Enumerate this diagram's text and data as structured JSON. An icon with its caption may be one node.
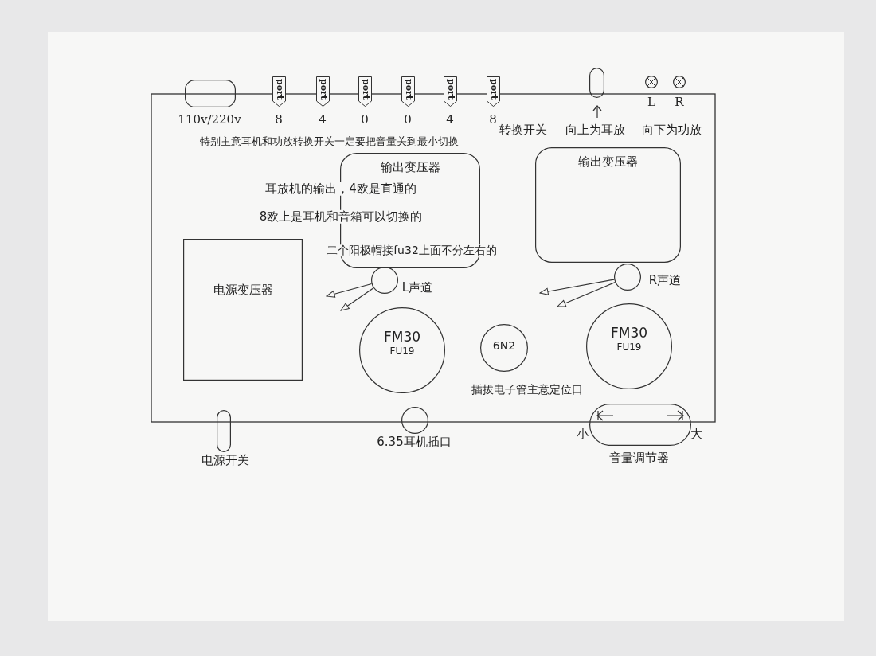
{
  "diagram": {
    "nodes": [
      {
        "text": [],
        "shape": "box",
        "beside": [
          "110v/220v"
        ]
      },
      {
        "text": [
          "port"
        ],
        "beside": [
          "8"
        ]
      },
      {
        "text": [
          "port"
        ],
        "beside": [
          "4"
        ]
      },
      {
        "text": [
          "port"
        ],
        "beside": [
          "0"
        ]
      },
      {
        "text": [
          "port"
        ],
        "beside": [
          "0"
        ]
      },
      {
        "text": [
          "port"
        ],
        "beside": [
          "4"
        ]
      },
      {
        "text": [
          "port"
        ],
        "beside": [
          "8"
        ]
      },
      {
        "text": [],
        "shape": "box"
      },
      {
        "text": [],
        "shape": "circle",
        "beside": [
          "L"
        ]
      },
      {
        "text": [],
        "shape": "circle",
        "beside": [
          "R"
        ]
      },
      {
        "text": [
          "输出变压器"
        ]
      },
      {
        "text": [
          "输出变压器"
        ]
      },
      {
        "text": [
          "电源变压器"
        ]
      },
      {
        "text": [],
        "shape": "circle",
        "beside": [
          "L声道"
        ]
      },
      {
        "text": [],
        "shape": "circle",
        "beside": [
          "R声道"
        ]
      },
      {
        "text": [
          "FM30",
          "FU19"
        ]
      },
      {
        "text": [
          "6N2"
        ]
      },
      {
        "text": [
          "FM30",
          "FU19"
        ]
      },
      {
        "text": [],
        "shape": "box",
        "beside": [
          "电源开关"
        ]
      },
      {
        "text": [],
        "shape": "circle",
        "beside": [
          "6.35耳机插口"
        ]
      },
      {
        "text": [],
        "shape": "box",
        "beside": [
          "小",
          "大",
          "音量调节器"
        ]
      }
    ],
    "edges": [
      {
        "from": 13,
        "to": null,
        "arrow": "to"
      },
      {
        "from": 13,
        "to": null,
        "arrow": "to"
      },
      {
        "from": 14,
        "to": null,
        "arrow": "to"
      },
      {
        "from": 14,
        "to": null,
        "arrow": "to"
      }
    ],
    "labels": [
      "转换开关",
      "向上为耳放",
      "向下为功放",
      "特别主意耳机和功放转换开关一定要把音量关到最小切换",
      "耳放机的输出，4欧是直通的",
      "8欧上是耳机和音箱可以切换的",
      "二个阳极帽接fu32上面不分左右的",
      "插拔电子管主意定位口"
    ]
  }
}
